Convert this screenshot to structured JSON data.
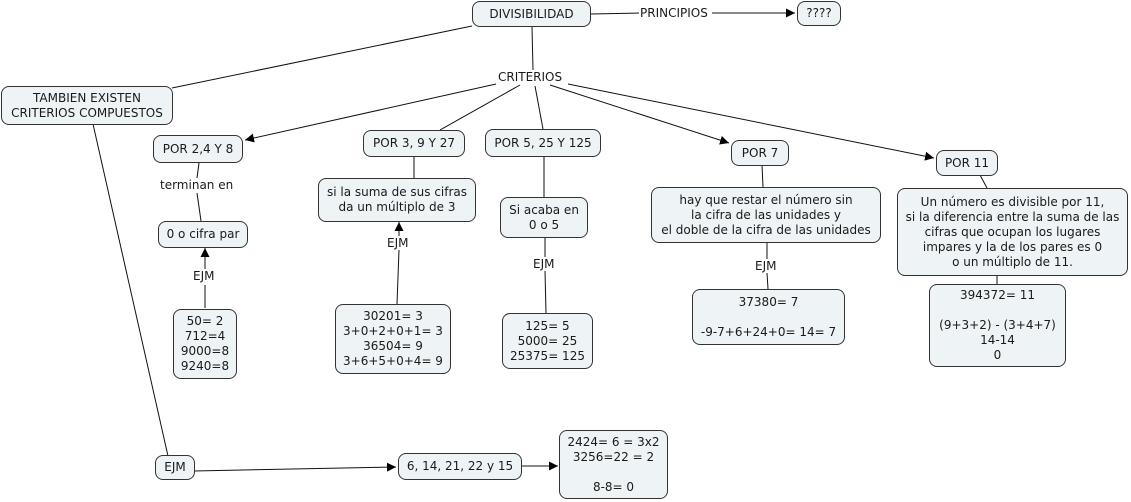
{
  "concept_map": {
    "nodes": {
      "root": "DIVISIBILIDAD",
      "unknown": "????",
      "compuestos": "TAMBIEN EXISTEN\nCRITERIOS COMPUESTOS",
      "por248": "POR 2,4 Y 8",
      "por3927": "POR 3, 9 Y 27",
      "por525125": "POR 5, 25 Y 125",
      "por7": "POR 7",
      "por11": "POR 11",
      "cifra_par": "0 o cifra par",
      "suma_cifras": "si la suma de sus cifras\nda un múltiplo de 3",
      "acaba_0_5": "Si acaba en\n0 o 5",
      "restar": "hay que restar el número sin\nla cifra de las unidades y\nel doble de la cifra de las unidades",
      "regla11": "Un número es divisible por 11,\nsi la diferencia entre la suma de las\ncifras que ocupan los lugares\nimpares y la de los pares es 0\no un múltiplo de 11.",
      "ej248": "50= 2\n712=4\n9000=8\n9240=8",
      "ej3927": "30201= 3\n3+0+2+0+1= 3\n36504= 9\n3+6+5+0+4= 9",
      "ej525125": "125= 5\n5000= 25\n25375= 125",
      "ej7": "37380= 7\n\n-9-7+6+24+0= 14= 7",
      "ej11": "394372= 11\n\n(9+3+2) - (3+4+7)\n14-14\n0",
      "ejm_compuestos": "EJM",
      "lista_compuestos": "6, 14, 21, 22 y 15",
      "ej_compuestos": "2424= 6 = 3x2\n3256=22 = 2\n\n8-8= 0"
    },
    "link_labels": {
      "principios": "PRINCIPIOS",
      "criterios": "CRITERIOS",
      "terminan_en": "terminan en",
      "ejm_248": "EJM",
      "ejm_3927": "EJM",
      "ejm_525125": "EJM",
      "ejm_7": "EJM"
    }
  }
}
